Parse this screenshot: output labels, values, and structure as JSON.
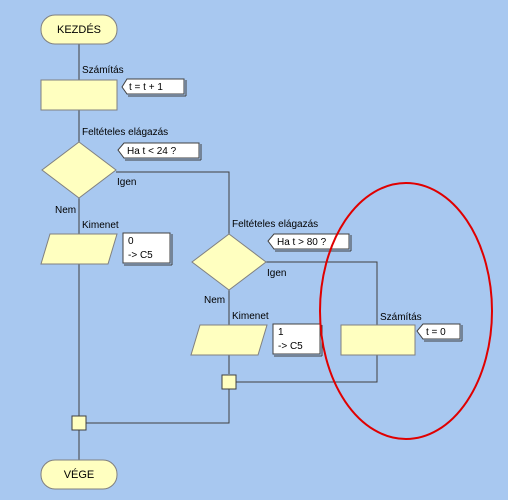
{
  "colors": {
    "background": "#a8c8f0",
    "shape_fill": "#ffffc0",
    "shape_stroke": "#808080",
    "line": "#404040",
    "highlight": "#e00000"
  },
  "start": {
    "label": "KEZDÉS"
  },
  "end": {
    "label": "VÉGE"
  },
  "calc1": {
    "type_label": "Számítás",
    "note": "t = t + 1"
  },
  "cond1": {
    "type_label": "Feltételes elágazás",
    "note": "Ha t < 24 ?",
    "yes": "Igen",
    "no": "Nem"
  },
  "output1": {
    "type_label": "Kimenet",
    "note_line1": "0",
    "note_line2": "-> C5"
  },
  "cond2": {
    "type_label": "Feltételes elágazás",
    "note": "Ha t > 80 ?",
    "yes": "Igen",
    "no": "Nem"
  },
  "output2": {
    "type_label": "Kimenet",
    "note_line1": "1",
    "note_line2": "-> C5"
  },
  "calc2": {
    "type_label": "Számítás",
    "note": "t = 0"
  }
}
